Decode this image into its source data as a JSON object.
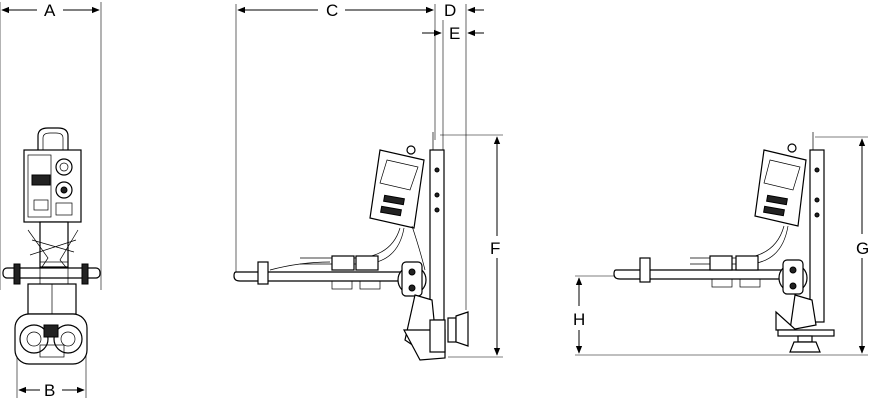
{
  "dimension_labels": {
    "A": "A",
    "B": "B",
    "C": "C",
    "D": "D",
    "E": "E",
    "F": "F",
    "G": "G",
    "H": "H"
  },
  "colors": {
    "line": "#000000",
    "fill": "#ffffff",
    "dark": "#222222"
  }
}
